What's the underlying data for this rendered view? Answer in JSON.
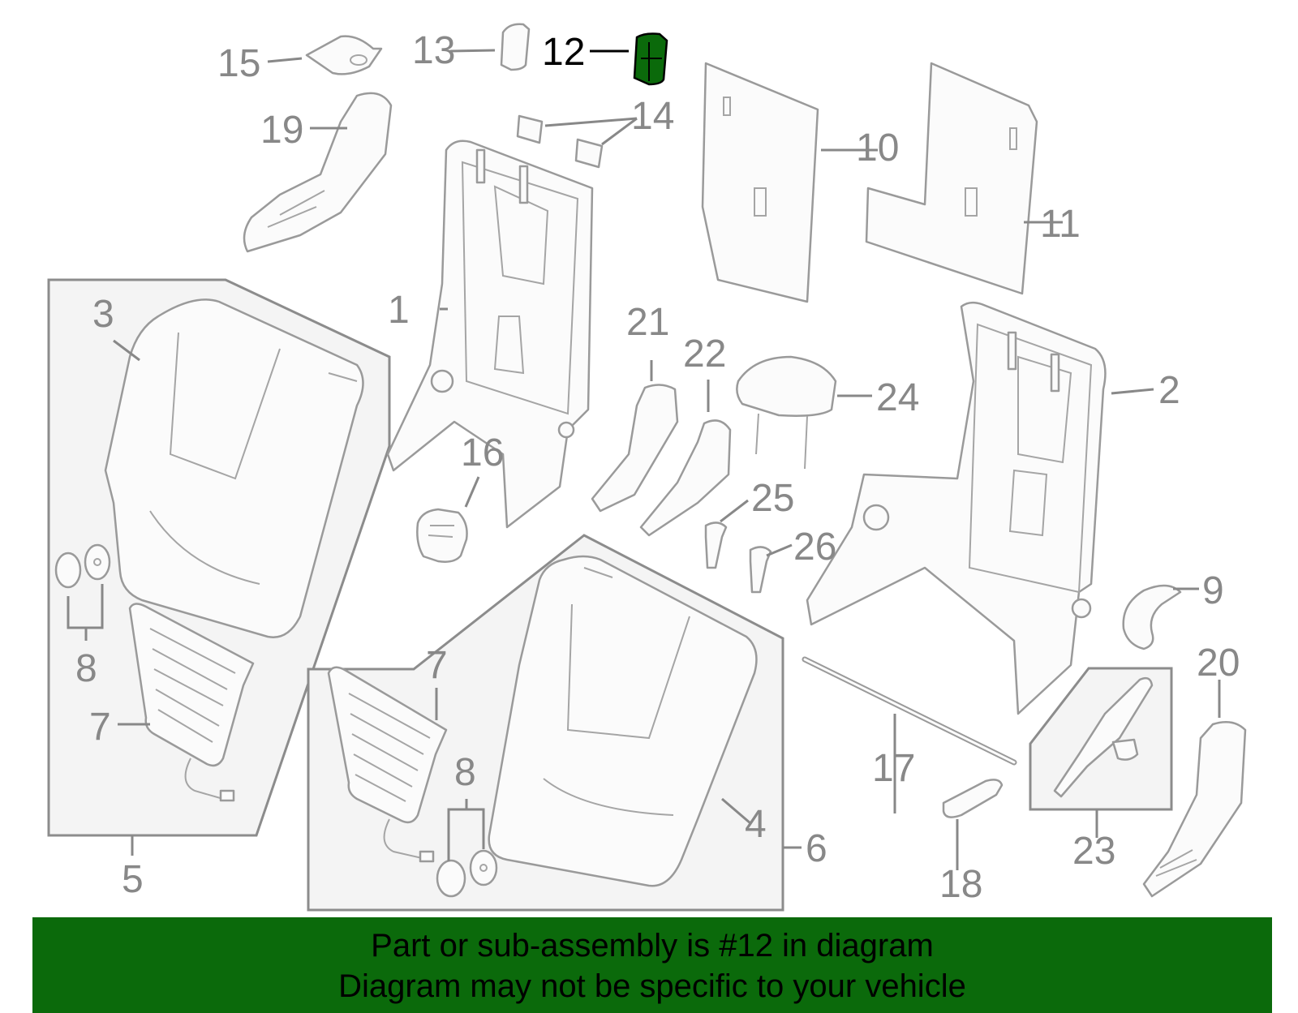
{
  "callouts": {
    "c1": "1",
    "c2": "2",
    "c3": "3",
    "c4": "4",
    "c5": "5",
    "c6": "6",
    "c7a": "7",
    "c7b": "7",
    "c8a": "8",
    "c8b": "8",
    "c9": "9",
    "c10": "10",
    "c11": "11",
    "c12": "12",
    "c13": "13",
    "c14": "14",
    "c15": "15",
    "c16": "16",
    "c17": "17",
    "c18": "18",
    "c19": "19",
    "c20": "20",
    "c21": "21",
    "c22": "22",
    "c23": "23",
    "c24": "24",
    "c25": "25",
    "c26": "26"
  },
  "highlight_color": "#0b6a0b",
  "banner": {
    "line1": "Part or sub-assembly is #12 in diagram",
    "line2": "Diagram may not be specific to your vehicle"
  }
}
